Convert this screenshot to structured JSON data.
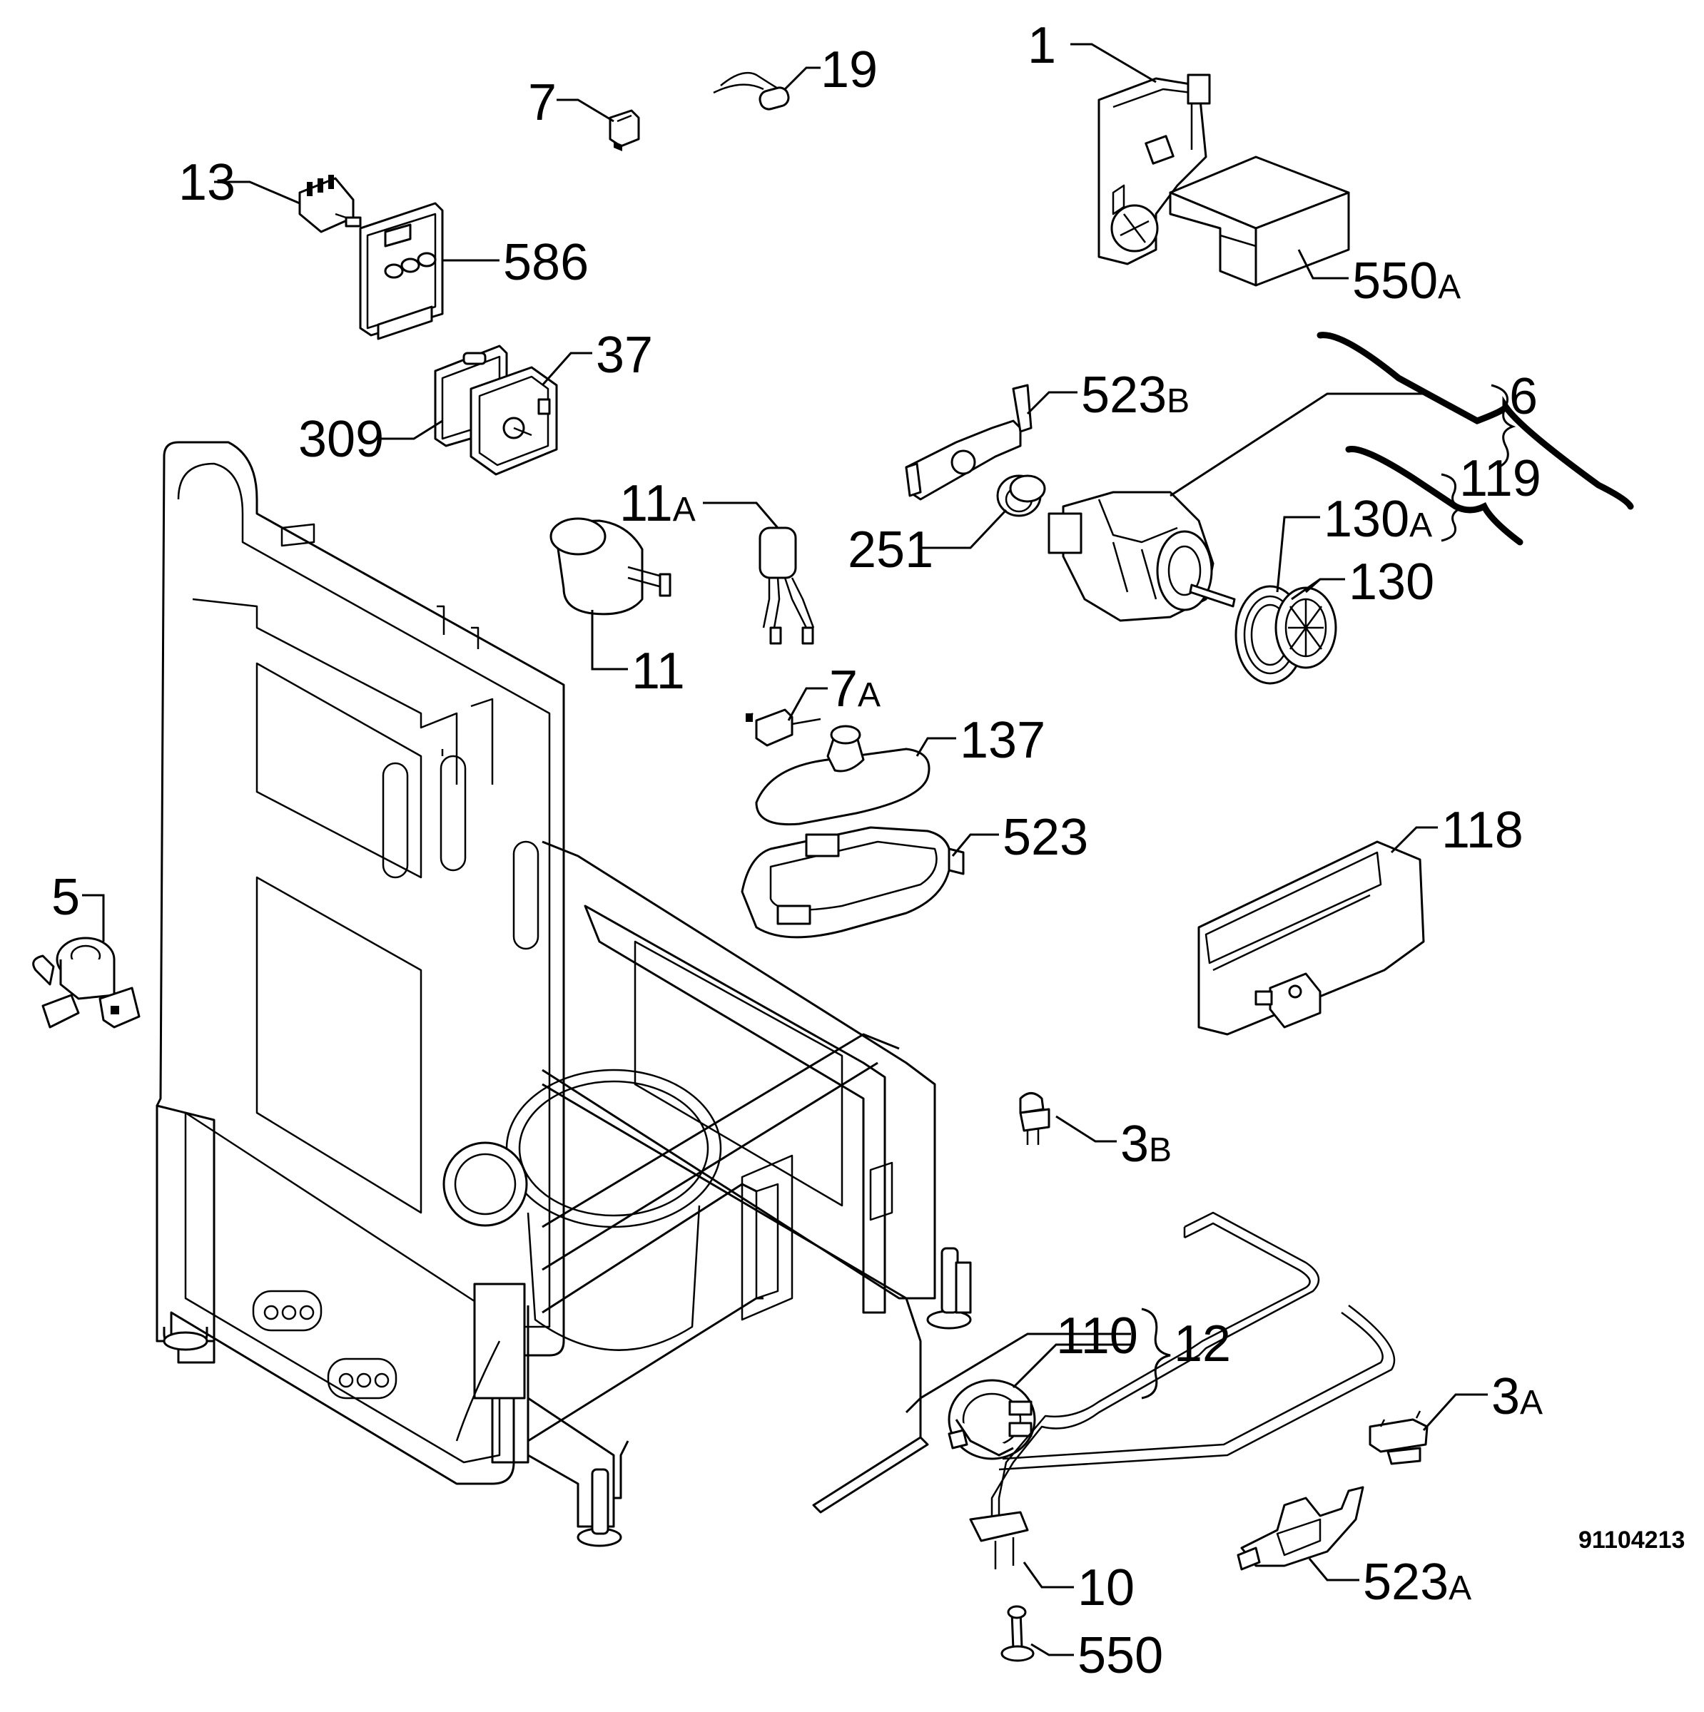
{
  "diagram": {
    "drawing_code": "91104213",
    "parts": [
      {
        "id": "p1",
        "number": "1",
        "suffix": ""
      },
      {
        "id": "p19",
        "number": "19",
        "suffix": ""
      },
      {
        "id": "p7",
        "number": "7",
        "suffix": ""
      },
      {
        "id": "p13",
        "number": "13",
        "suffix": ""
      },
      {
        "id": "p586",
        "number": "586",
        "suffix": ""
      },
      {
        "id": "p550a",
        "number": "550",
        "suffix": "A"
      },
      {
        "id": "p37",
        "number": "37",
        "suffix": ""
      },
      {
        "id": "p309",
        "number": "309",
        "suffix": ""
      },
      {
        "id": "p523b",
        "number": "523",
        "suffix": "B"
      },
      {
        "id": "p6",
        "number": "6",
        "suffix": ""
      },
      {
        "id": "p119",
        "number": "119",
        "suffix": ""
      },
      {
        "id": "p11a",
        "number": "11",
        "suffix": "A"
      },
      {
        "id": "p251",
        "number": "251",
        "suffix": ""
      },
      {
        "id": "p130a",
        "number": "130",
        "suffix": "A"
      },
      {
        "id": "p130",
        "number": "130",
        "suffix": ""
      },
      {
        "id": "p11",
        "number": "11",
        "suffix": ""
      },
      {
        "id": "p7a",
        "number": "7",
        "suffix": "A"
      },
      {
        "id": "p137",
        "number": "137",
        "suffix": ""
      },
      {
        "id": "p523",
        "number": "523",
        "suffix": ""
      },
      {
        "id": "p118",
        "number": "118",
        "suffix": ""
      },
      {
        "id": "p5",
        "number": "5",
        "suffix": ""
      },
      {
        "id": "p3b",
        "number": "3",
        "suffix": "B"
      },
      {
        "id": "p110",
        "number": "110",
        "suffix": ""
      },
      {
        "id": "p12",
        "number": "12",
        "suffix": ""
      },
      {
        "id": "p3a",
        "number": "3",
        "suffix": "A"
      },
      {
        "id": "p523a",
        "number": "523",
        "suffix": "A"
      },
      {
        "id": "p10",
        "number": "10",
        "suffix": ""
      },
      {
        "id": "p550",
        "number": "550",
        "suffix": ""
      }
    ]
  }
}
